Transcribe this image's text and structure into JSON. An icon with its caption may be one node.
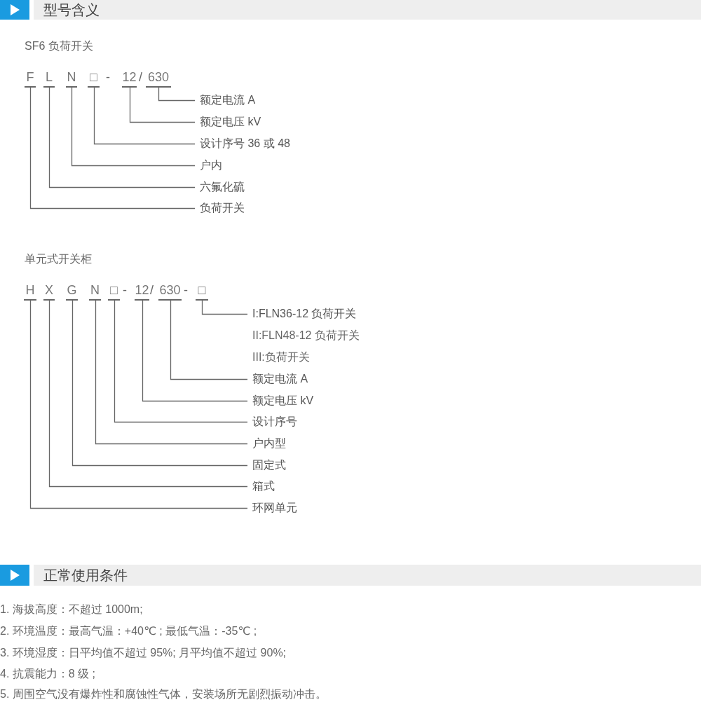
{
  "diagram": {
    "nodes": [
      {
        "text": [
          "型号含义"
        ]
      },
      {
        "text": [
          "F"
        ]
      },
      {
        "text": [
          "L"
        ]
      },
      {
        "text": [
          "N"
        ]
      },
      {
        "text": [
          "□"
        ]
      },
      {
        "text": [
          "12"
        ]
      },
      {
        "text": [
          "630"
        ]
      },
      {
        "text": [
          "额定电流 A"
        ]
      },
      {
        "text": [
          "额定电压 kV"
        ]
      },
      {
        "text": [
          "设计序号 36 或 48"
        ]
      },
      {
        "text": [
          "户内"
        ]
      },
      {
        "text": [
          "六氟化硫"
        ]
      },
      {
        "text": [
          "负荷开关"
        ]
      },
      {
        "text": [
          "H"
        ]
      },
      {
        "text": [
          "X"
        ]
      },
      {
        "text": [
          "G"
        ]
      },
      {
        "text": [
          "N"
        ]
      },
      {
        "text": [
          "□"
        ]
      },
      {
        "text": [
          "12"
        ]
      },
      {
        "text": [
          "630"
        ]
      },
      {
        "text": [
          "□"
        ]
      },
      {
        "text": [
          "I:FLN36-12 负荷开关"
        ]
      },
      {
        "text": [
          "额定电流 A"
        ]
      },
      {
        "text": [
          "额定电压 kV"
        ]
      },
      {
        "text": [
          "设计序号"
        ]
      },
      {
        "text": [
          "户内型"
        ]
      },
      {
        "text": [
          "固定式"
        ]
      },
      {
        "text": [
          "箱式"
        ]
      },
      {
        "text": [
          "环网单元"
        ]
      },
      {
        "text": [
          "正常使用条件"
        ]
      }
    ],
    "edges": [
      {
        "from": 6,
        "to": 7,
        "arrow": "none"
      },
      {
        "from": 5,
        "to": 8,
        "arrow": "none"
      },
      {
        "from": 4,
        "to": 9,
        "arrow": "none"
      },
      {
        "from": 3,
        "to": 10,
        "arrow": "none"
      },
      {
        "from": 2,
        "to": 11,
        "arrow": "none"
      },
      {
        "from": 1,
        "to": 12,
        "arrow": "none"
      },
      {
        "from": 20,
        "to": 21,
        "arrow": "none"
      },
      {
        "from": 19,
        "to": 22,
        "arrow": "none"
      },
      {
        "from": 18,
        "to": 23,
        "arrow": "none"
      },
      {
        "from": 17,
        "to": 24,
        "arrow": "none"
      },
      {
        "from": 16,
        "to": 25,
        "arrow": "none"
      },
      {
        "from": 15,
        "to": 26,
        "arrow": "none"
      },
      {
        "from": 14,
        "to": 27,
        "arrow": "none"
      },
      {
        "from": 13,
        "to": 28,
        "arrow": "none"
      }
    ],
    "labels": [
      "SF6 负荷开关",
      "-",
      "/",
      "单元式开关柜",
      "-",
      "/",
      "-",
      "II:FLN48-12 负荷开关",
      "III:负荷开关",
      "1. 海拔高度：不超过 1000m;",
      "2. 环境温度：最高气温：+40℃ ; 最低气温：-35℃ ;",
      "3. 环境湿度：日平均值不超过 95%; 月平均值不超过 90%;",
      "4. 抗震能力：8 级 ;",
      "5. 周围空气没有爆炸性和腐蚀性气体，安装场所无剧烈振动冲击。"
    ]
  }
}
